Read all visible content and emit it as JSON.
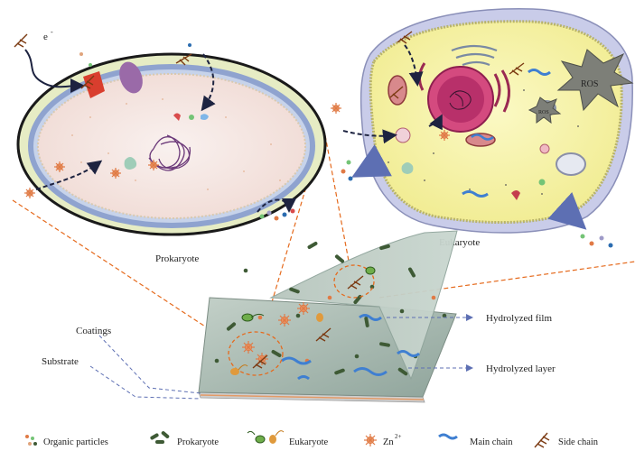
{
  "labels": {
    "electron": "e",
    "electron_sup": "-",
    "ros_big": "ROS",
    "ros_small": "ROS",
    "prokaryote": "Prokaryote",
    "eukaryote": "Eukaryote",
    "coatings": "Coatings",
    "substrate": "Substrate",
    "hydrolyzed_film": "Hydrolyzed film",
    "hydrolyzed_layer": "Hydrolyzed layer"
  },
  "legend": {
    "organic_particles": "Organic particles",
    "prokaryote": "Prokaryote",
    "eukaryote": "Eukaryote",
    "zn": "Zn",
    "zn_sup": "2+",
    "main_chain": "Main chain",
    "side_chain": "Side chain"
  },
  "colors": {
    "cell_wall_green": "#e6ecc4",
    "membrane_blue": "#8fa3cf",
    "cytoplasm_pink": "#f6efee",
    "eukaryote_yellow": "#f6f3a9",
    "eukaryote_outer": "#c9cce9",
    "nucleus_magenta": "#b8306a",
    "coating_gray": "#a7b6ad",
    "rod_green": "#3e5a35",
    "chain_blue": "#3f7fd1",
    "side_chain_brown": "#7b3a12",
    "dash_orange": "#e56a1d",
    "dash_blue": "#5d6fb3",
    "zn_orange": "#e07a45"
  }
}
